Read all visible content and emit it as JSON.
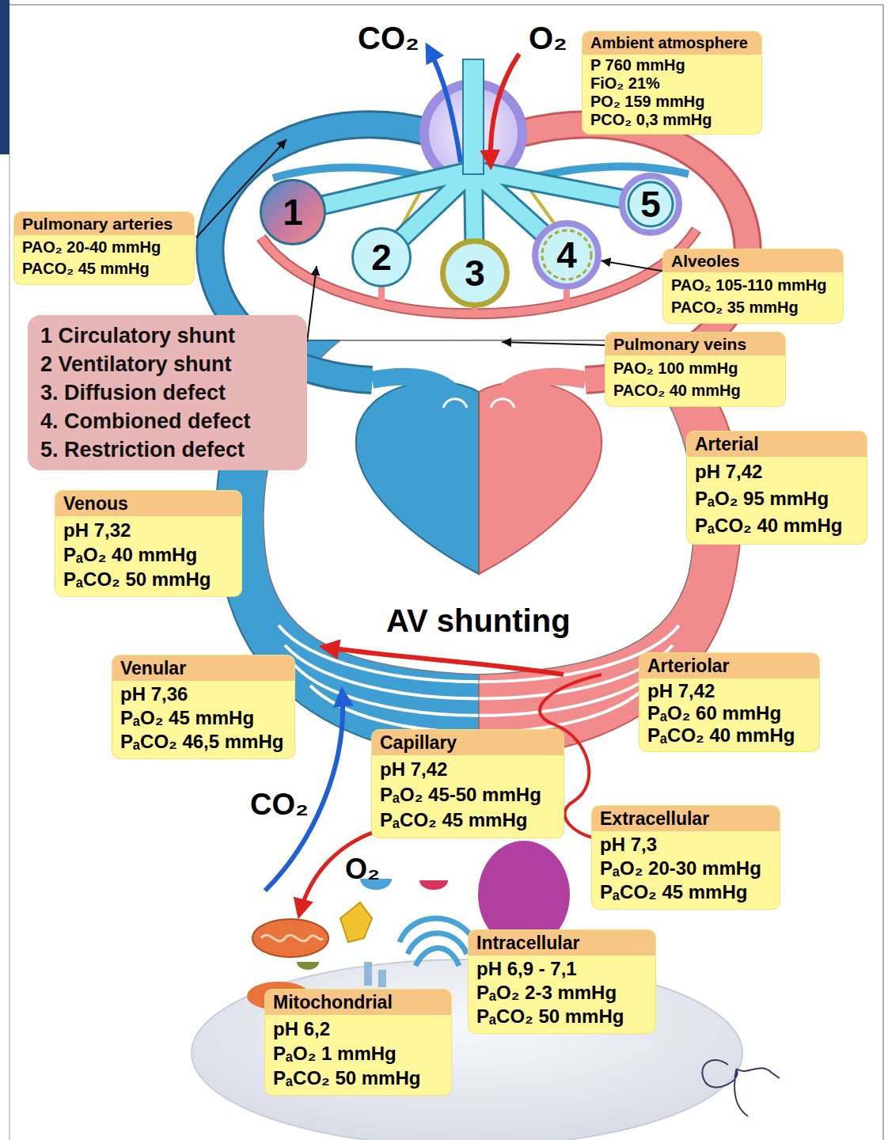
{
  "diagram": {
    "nodes": [
      {
        "text": [
          "Ambient atmosphere",
          "P 760 mmHg",
          "FiO₂ 21%",
          "PO₂ 159 mmHg",
          "PCO₂ 0,3 mmHg"
        ]
      },
      {
        "text": [
          "1"
        ]
      },
      {
        "text": [
          "2"
        ]
      },
      {
        "text": [
          "3"
        ]
      },
      {
        "text": [
          "4"
        ]
      },
      {
        "text": [
          "5"
        ]
      },
      {
        "text": [
          "Pulmonary arteries",
          "PAO₂ 20-40 mmHg",
          "PACO₂ 45 mmHg"
        ]
      },
      {
        "text": [
          "Alveoles",
          "PAO₂ 105-110 mmHg",
          "PACO₂ 35 mmHg"
        ]
      },
      {
        "text": [
          "Pulmonary veins",
          "PAO₂ 100 mmHg",
          "PACO₂ 40 mmHg"
        ]
      },
      {
        "text": [
          "1 Circulatory shunt",
          "2 Ventilatory shunt",
          "3. Diffusion defect",
          "4. Combioned defect",
          "5. Restriction defect"
        ]
      },
      {
        "text": [
          "Arterial",
          "pH 7,42",
          "PₐO₂ 95 mmHg",
          "PₐCO₂ 40 mmHg"
        ]
      },
      {
        "text": [
          "Venous",
          "pH 7,32",
          "PₐO₂ 40 mmHg",
          "PₐCO₂ 50 mmHg"
        ]
      },
      {
        "text": [
          "Arteriolar",
          "pH 7,42",
          "PₐO₂ 60 mmHg",
          "PₐCO₂ 40 mmHg"
        ]
      },
      {
        "text": [
          "Venular",
          "pH 7,36",
          "PₐO₂ 45 mmHg",
          "PₐCO₂ 46,5 mmHg"
        ]
      },
      {
        "text": [
          "Capillary",
          "pH 7,42",
          "PₐO₂ 45-50 mmHg",
          "PₐCO₂ 45 mmHg"
        ]
      },
      {
        "text": [
          "Extracellular",
          "pH 7,3",
          "PₐO₂ 20-30 mmHg",
          "PₐCO₂ 45 mmHg"
        ]
      },
      {
        "text": [
          "Intracellular",
          "pH 6,9 - 7,1",
          "PₐO₂ 2-3 mmHg",
          "PₐCO₂ 50 mmHg"
        ]
      },
      {
        "text": [
          "Mitochondrial",
          "pH 6,2",
          "PₐO₂ 1 mmHg",
          "PₐCO₂ 50 mmHg"
        ]
      }
    ],
    "edges": [
      {
        "from": 7,
        "to": 4,
        "arrow": "to"
      }
    ],
    "labels": [
      "CO₂",
      "O₂",
      "AV shunting",
      "CO₂",
      "O₂"
    ]
  }
}
